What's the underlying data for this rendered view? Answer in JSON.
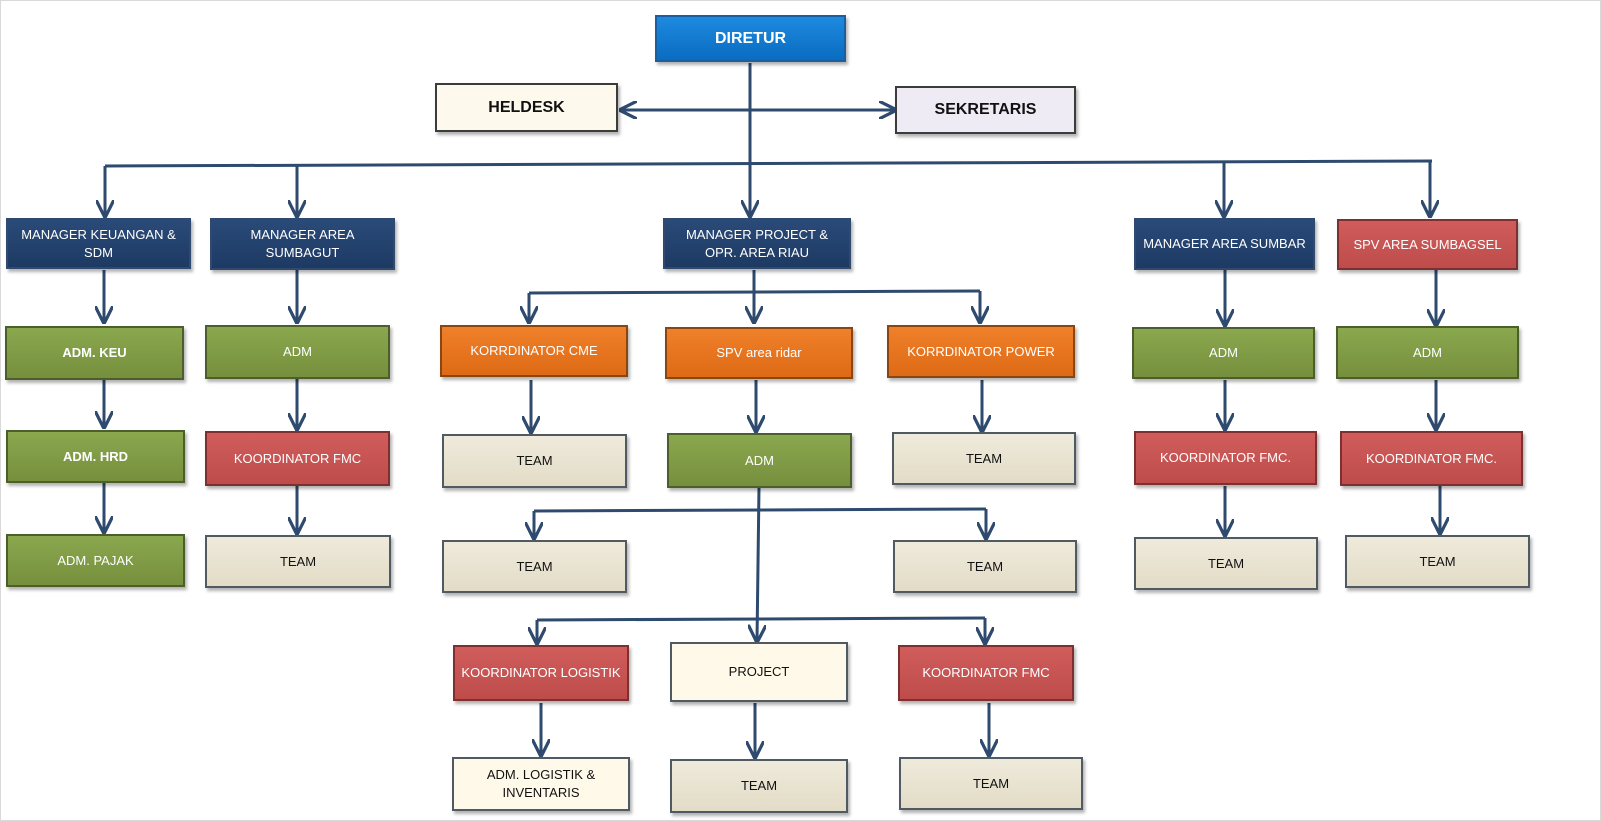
{
  "nodes": {
    "diretur": "DIRETUR",
    "heldesk": "HELDESK",
    "sekretaris": "SEKRETARIS",
    "manager_keuangan": "MANAGER KEUANGAN &\nSDM",
    "manager_sumbagut": "MANAGER AREA\nSUMBAGUT",
    "manager_project": "MANAGER  PROJECT &\nOPR. AREA RIAU",
    "manager_sumbar": "MANAGER AREA SUMBAR",
    "spv_sumbagsel": "SPV  AREA SUMBAGSEL",
    "adm_keu": "ADM. KEU",
    "adm_hrd": "ADM.  HRD",
    "adm_pajak": "ADM.  PAJAK",
    "sumbagut_adm": "ADM",
    "sumbagut_koordinator_fmc": "KOORDINATOR FMC",
    "sumbagut_team": "TEAM",
    "korrdinator_cme": "KORRDINATOR  CME",
    "spv_area_ridar": "SPV area ridar",
    "korrdinator_power": "KORRDINATOR POWER",
    "cme_team": "TEAM",
    "ridar_adm": "ADM",
    "power_team": "TEAM",
    "ridar_team_left": "TEAM",
    "ridar_team_right": "TEAM",
    "koordinator_logistik": "KOORDINATOR  LOGISTIK",
    "project": "PROJECT",
    "riau_koordinator_fmc": "KOORDINATOR FMC",
    "adm_logistik": "ADM. LOGISTIK &\nINVENTARIS",
    "project_team": "TEAM",
    "riau_fmc_team": "TEAM",
    "sumbar_adm": "ADM",
    "sumbar_koordinator_fmc": "KOORDINATOR  FMC.",
    "sumbar_team": "TEAM",
    "sumbagsel_adm": "ADM",
    "sumbagsel_koordinator_fmc": "KOORDINATOR  FMC.",
    "sumbagsel_team": "TEAM"
  },
  "colors": {
    "connector": "#2e4a6e",
    "navy": "#1d3a63",
    "blue": "#0a6cc0",
    "green": "#7a953f",
    "red": "#c0504d",
    "orange": "#e46c0a",
    "team": "#e7e2cd"
  }
}
